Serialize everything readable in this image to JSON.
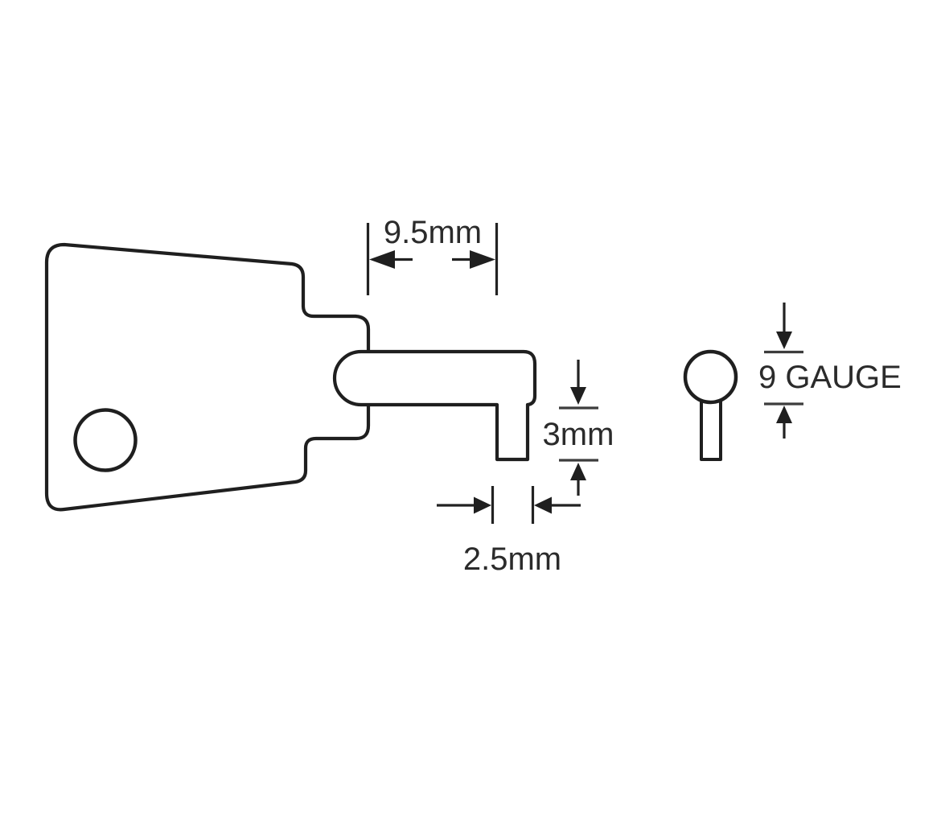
{
  "diagram": {
    "labels": {
      "shaft_width": "9.5mm",
      "bit_height": "3mm",
      "bit_width": "2.5mm",
      "wire_gauge": "9 GAUGE"
    },
    "colors": {
      "background": "#ffffff",
      "line": "#1f1f1f",
      "text": "#2b2b2b"
    }
  }
}
